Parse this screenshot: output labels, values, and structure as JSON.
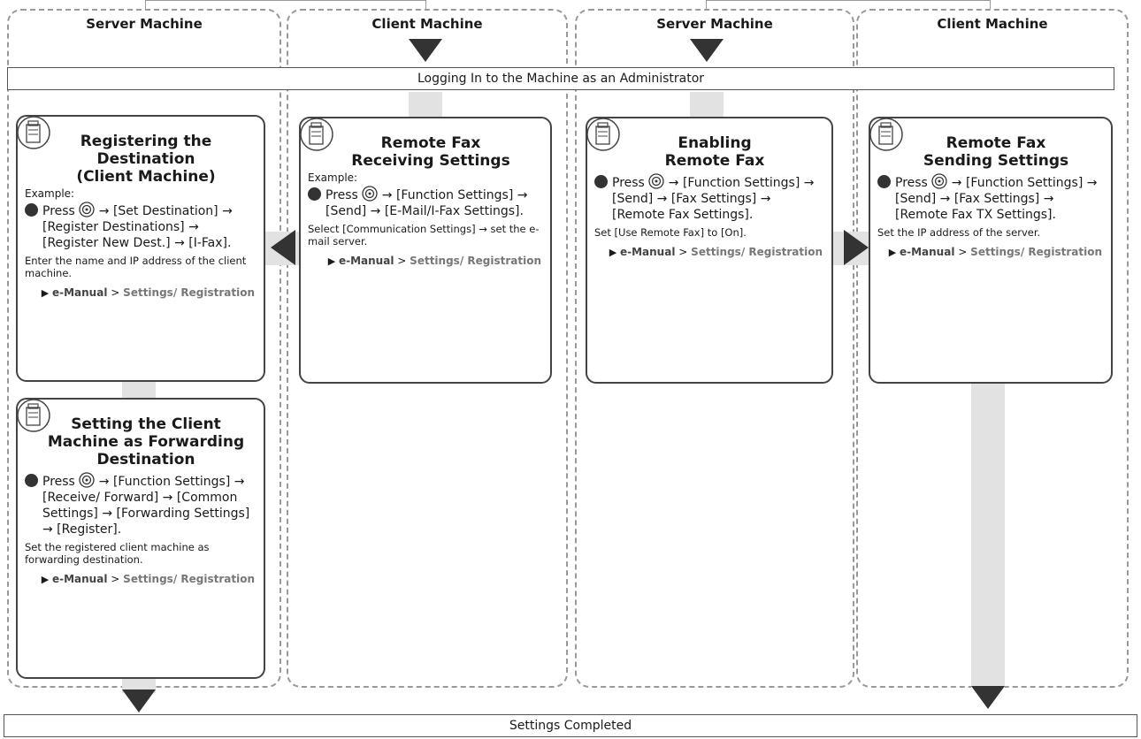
{
  "lanes": [
    {
      "label": "Server Machine"
    },
    {
      "label": "Client Machine"
    },
    {
      "label": "Server Machine"
    },
    {
      "label": "Client Machine"
    }
  ],
  "top_bar": "Logging In to the Machine as an Administrator",
  "bottom_bar": "Settings Completed",
  "cards": [
    {
      "title": "Registering the\nDestination\n(Client Machine)",
      "example": "Example:",
      "step_pre": "Press",
      "step_text": "→ [Set Destination] → [Register Destinations] → [Register New Dest.] → [I-Fax].",
      "note": "Enter the name and IP address of the client machine.",
      "ref_link": "e-Manual",
      "ref_sep": ">",
      "ref_path": "Settings/ Registration"
    },
    {
      "title": "Setting the Client\nMachine as Forwarding\nDestination",
      "example": "",
      "step_pre": "Press",
      "step_text": "→ [Function Settings] → [Receive/ Forward] → [Common Settings] → [Forwarding Settings] → [Register].",
      "note": "Set the registered client machine as forwarding destination.",
      "ref_link": "e-Manual",
      "ref_sep": ">",
      "ref_path": "Settings/ Registration"
    },
    {
      "title": "Remote Fax\nReceiving Settings",
      "example": "Example:",
      "step_pre": "Press",
      "step_text": "→ [Function Settings] → [Send] → [E-Mail/I-Fax Settings].",
      "note": "Select [Communication Settings] → set the e-mail server.",
      "ref_link": "e-Manual",
      "ref_sep": ">",
      "ref_path": "Settings/ Registration"
    },
    {
      "title": "Enabling\nRemote Fax",
      "example": "",
      "step_pre": "Press",
      "step_text": "→ [Function Settings] → [Send] → [Fax Settings] → [Remote Fax Settings].",
      "note": "Set [Use Remote Fax] to [On].",
      "ref_link": "e-Manual",
      "ref_sep": ">",
      "ref_path": "Settings/ Registration"
    },
    {
      "title": "Remote Fax\nSending Settings",
      "example": "",
      "step_pre": "Press",
      "step_text": "→ [Function Settings] → [Send] → [Fax Settings] → [Remote Fax TX Settings].",
      "note": "Set the IP address of the server.",
      "ref_link": "e-Manual",
      "ref_sep": ">",
      "ref_path": "Settings/ Registration"
    }
  ]
}
